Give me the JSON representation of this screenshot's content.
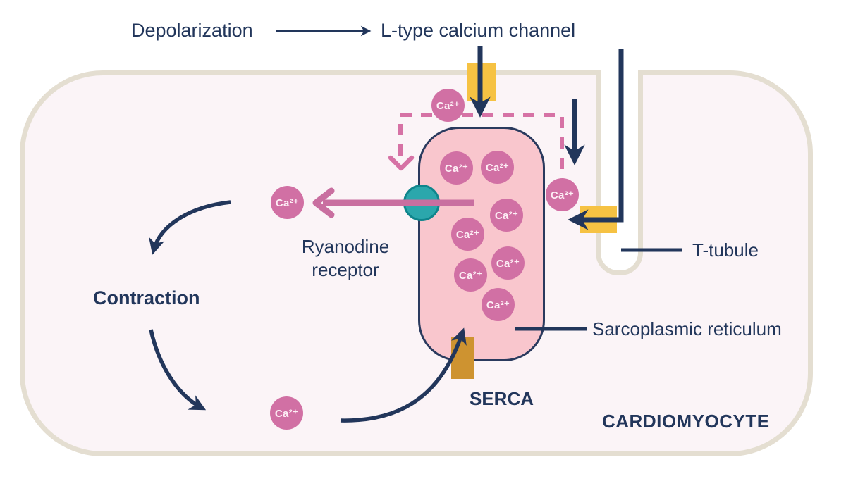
{
  "figure": {
    "process": {
      "depolarization": "Depolarization",
      "l_type_channel": "L-type calcium channel"
    },
    "structures": {
      "ryanodine_receptor_line1": "Ryanodine",
      "ryanodine_receptor_line2": "receptor",
      "t_tubule": "T-tubule",
      "sarcoplasmic_reticulum": "Sarcoplasmic reticulum",
      "serca": "SERCA",
      "cell": "CARDIOMYOCYTE"
    },
    "outcome": {
      "contraction": "Contraction"
    },
    "ion_label": "Ca²⁺",
    "colors": {
      "navy": "#22365b",
      "ion_pink": "#d170a4",
      "sr_fill": "#f9c6cd",
      "sr_border": "#2a3a5e",
      "membrane_beige": "#e4ded1",
      "cell_fill": "#fbf4f7",
      "channel_yellow": "#f6c243",
      "serca_gold": "#ce9330",
      "ryanodine_teal": "#2ba7ac",
      "release_pink": "#d26fa1"
    }
  }
}
